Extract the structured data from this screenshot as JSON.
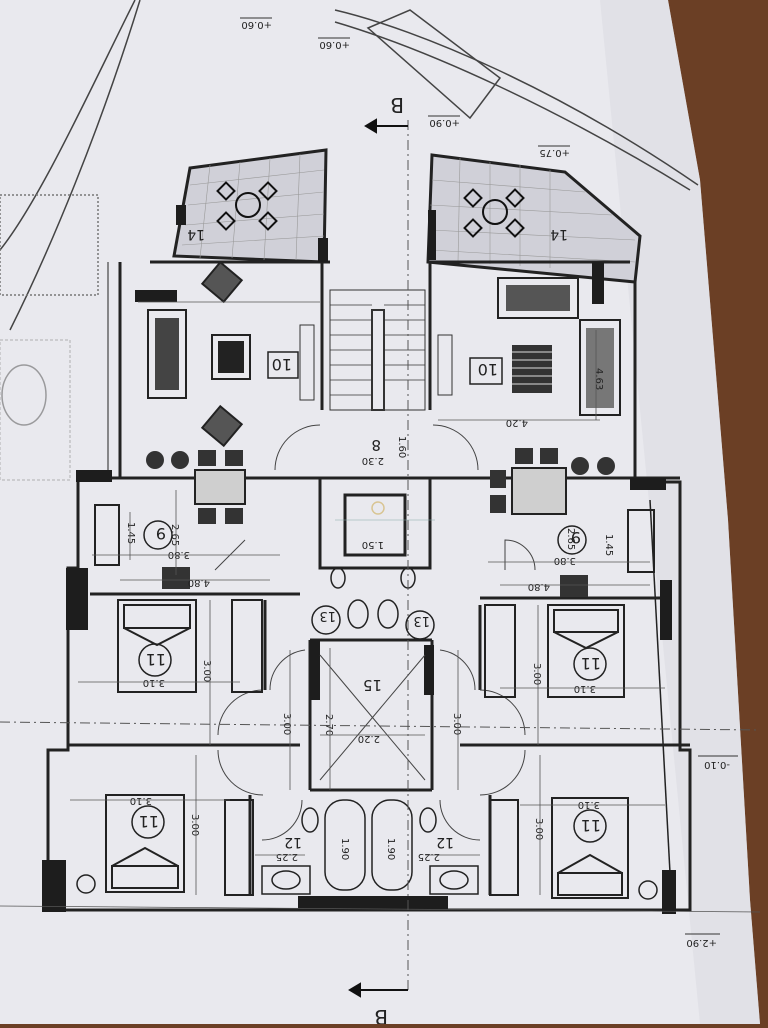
{
  "photo": {
    "subject": "photographed architectural floor plan on paper",
    "colors": {
      "paper": "#e9e9ee",
      "paper_shade": "#d9d9df",
      "background": "#6b3f25",
      "ink": "#1f1f1f",
      "wall": "#222222"
    }
  },
  "levels": {
    "top_left": "+0.60",
    "top_mid": "+0.60",
    "top_right1": "+0.90",
    "top_right2": "+0.75",
    "right": "-0.10",
    "bottom_right": "+2.90"
  },
  "section_marks": {
    "top": "B",
    "bottom": "B"
  },
  "rooms": {
    "balcony": "14",
    "living": "10",
    "stair": "8",
    "kitchen": "9",
    "wc": "13",
    "hall": "15",
    "bedroom": "11",
    "bath": "12"
  },
  "dimensions": {
    "d_463": "4.63",
    "d_420": "4.20",
    "d_230": "2.30",
    "d_160": "1.60",
    "d_265": "2.65",
    "d_145": "1.45",
    "d_380": "3.80",
    "d_480": "4.80",
    "d_300": "3.00",
    "d_310": "3.10",
    "d_270": "2.70",
    "d_220": "2.20",
    "d_190": "1.90",
    "d_225": "2.25",
    "d_150": "1.50"
  }
}
